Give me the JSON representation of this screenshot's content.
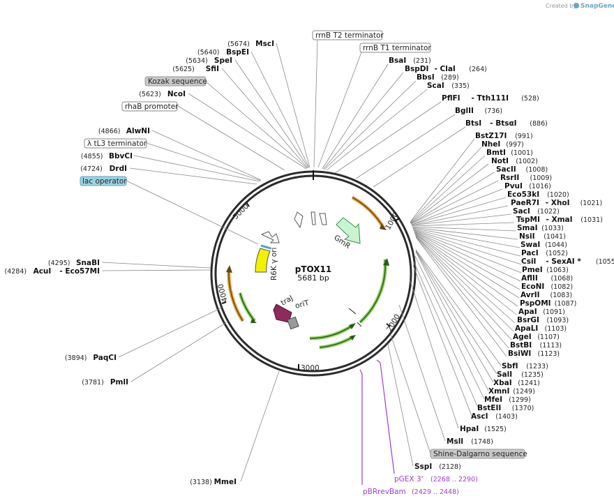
{
  "credit": {
    "prefix": "Created by",
    "brand": "SnapGene"
  },
  "plasmid": {
    "name": "pTOX11",
    "size_label": "5681 bp",
    "total_bp": 5681
  },
  "ticks": [
    "1000",
    "2000",
    "3000",
    "4000",
    "5000"
  ],
  "sites_right": [
    {
      "name": "BsaI",
      "pos": "(231)"
    },
    {
      "name": "BspDI",
      "alt": "ClaI",
      "pos": "(264)"
    },
    {
      "name": "BbsI",
      "pos": "(289)"
    },
    {
      "name": "ScaI",
      "pos": "(335)"
    },
    {
      "name": "PflFI",
      "alt": "Tth111I",
      "pos": "(528)"
    },
    {
      "name": "BglII",
      "pos": "(736)"
    },
    {
      "name": "BtsI",
      "alt": "BtsαI",
      "pos": "(886)"
    },
    {
      "name": "BstZ17I",
      "pos": "(991)"
    },
    {
      "name": "NheI",
      "pos": "(997)"
    },
    {
      "name": "BmtI",
      "pos": "(1001)"
    },
    {
      "name": "NotI",
      "pos": "(1002)"
    },
    {
      "name": "SacII",
      "pos": "(1008)"
    },
    {
      "name": "RsrII",
      "pos": "(1009)"
    },
    {
      "name": "PvuI",
      "pos": "(1016)"
    },
    {
      "name": "Eco53kI",
      "pos": "(1020)"
    },
    {
      "name": "PaeR7I",
      "alt": "XhoI",
      "pos": "(1021)"
    },
    {
      "name": "SacI",
      "pos": "(1022)"
    },
    {
      "name": "TspMI",
      "alt": "XmaI",
      "pos": "(1031)"
    },
    {
      "name": "SmaI",
      "pos": "(1033)"
    },
    {
      "name": "NsiI",
      "pos": "(1041)"
    },
    {
      "name": "SwaI",
      "pos": "(1044)"
    },
    {
      "name": "PacI",
      "pos": "(1052)"
    },
    {
      "name": "CsiI",
      "alt": "SexAI *",
      "pos": "(1055)"
    },
    {
      "name": "PmeI",
      "pos": "(1063)"
    },
    {
      "name": "AflII",
      "pos": "(1068)"
    },
    {
      "name": "EcoNI",
      "pos": "(1082)"
    },
    {
      "name": "AvrII",
      "pos": "(1083)"
    },
    {
      "name": "PspOMI",
      "pos": "(1087)"
    },
    {
      "name": "ApaI",
      "pos": "(1091)"
    },
    {
      "name": "BsrGI",
      "pos": "(1093)"
    },
    {
      "name": "ApaLI",
      "pos": "(1103)"
    },
    {
      "name": "AgeI",
      "pos": "(1107)"
    },
    {
      "name": "BstBI",
      "pos": "(1113)"
    },
    {
      "name": "BsiWI",
      "pos": "(1123)"
    },
    {
      "name": "SbfI",
      "pos": "(1233)"
    },
    {
      "name": "SalI",
      "pos": "(1235)"
    },
    {
      "name": "XbaI",
      "pos": "(1241)"
    },
    {
      "name": "XmnI",
      "pos": "(1249)"
    },
    {
      "name": "MfeI",
      "pos": "(1299)"
    },
    {
      "name": "BstEII",
      "pos": "(1370)"
    },
    {
      "name": "AscI",
      "pos": "(1403)"
    },
    {
      "name": "HpaI",
      "pos": "(1525)"
    },
    {
      "name": "MslI",
      "pos": "(1748)"
    },
    {
      "name": "SspI",
      "pos": "(2128)"
    }
  ],
  "sites_left": [
    {
      "name": "MscI",
      "pos": "(5674)"
    },
    {
      "name": "BspEI",
      "pos": "(5640)"
    },
    {
      "name": "SpeI",
      "pos": "(5634)"
    },
    {
      "name": "SfiI",
      "pos": "(5625)"
    },
    {
      "name": "NcoI",
      "pos": "(5623)"
    },
    {
      "name": "AlwNI",
      "pos": "(4866)"
    },
    {
      "name": "BbvCI",
      "pos": "(4855)"
    },
    {
      "name": "DrdI",
      "pos": "(4724)"
    },
    {
      "name": "SnaBI",
      "pos": "(4295)"
    },
    {
      "name": "AcuI",
      "alt": "Eco57MI",
      "pos": "(4284)"
    },
    {
      "name": "PaqCI",
      "pos": "(3894)"
    },
    {
      "name": "PmlI",
      "pos": "(3781)"
    },
    {
      "name": "MmeI",
      "pos": "(3138)"
    }
  ],
  "feature_boxes": [
    {
      "text": "rrnB T2 terminator",
      "style": "white"
    },
    {
      "text": "rrnB T1 terminator",
      "style": "white"
    },
    {
      "text": "Kozak sequence",
      "style": "gray"
    },
    {
      "text": "rhaB promoter",
      "style": "white"
    },
    {
      "text": "λ tL3 terminator",
      "style": "white"
    },
    {
      "text": "lac operator",
      "style": "blue"
    },
    {
      "text": "Shine-Dalgarno sequence",
      "style": "gray"
    }
  ],
  "primers": [
    {
      "name": "pGEX 3'",
      "range": "(2268 .. 2290)"
    },
    {
      "name": "pBRrevBam",
      "range": "(2429 .. 2448)"
    }
  ],
  "inner_features": {
    "gmr": "GmR",
    "r6k": "R6K γ ori",
    "traj": "traJ",
    "orit": "oriT"
  },
  "colors": {
    "backbone": "#2b2b2b",
    "gmr_fill": "#c8f5cf",
    "gmr_stroke": "#3c8a4a",
    "ori_fill": "#f5f000",
    "traj_fill": "#8e2a5e",
    "orit_fill": "#9a9a9a",
    "orange_arc": "#e8a33a",
    "green_arc": "#8ad35a",
    "primer": "#a23bd0",
    "lac_box": "#9bd3e6",
    "gray_box": "#c8c8c8"
  }
}
